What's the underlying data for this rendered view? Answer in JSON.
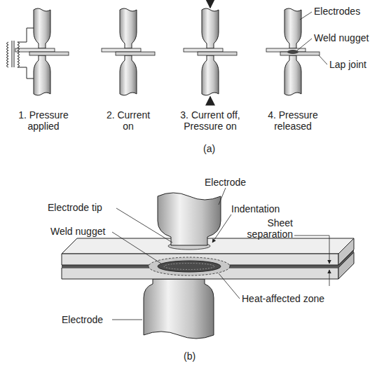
{
  "diagram": {
    "labels": [
      "Electrodes",
      "Weld nugget",
      "Lap joint",
      "1. Pressure applied",
      "2. Current on",
      "3. Current off, Pressure on",
      "4. Pressure released",
      "(a)",
      "Electrode",
      "Electrode tip",
      "Indentation",
      "Sheet separation",
      "Weld nugget",
      "Heat-affected zone",
      "Electrode",
      "(b)"
    ]
  }
}
